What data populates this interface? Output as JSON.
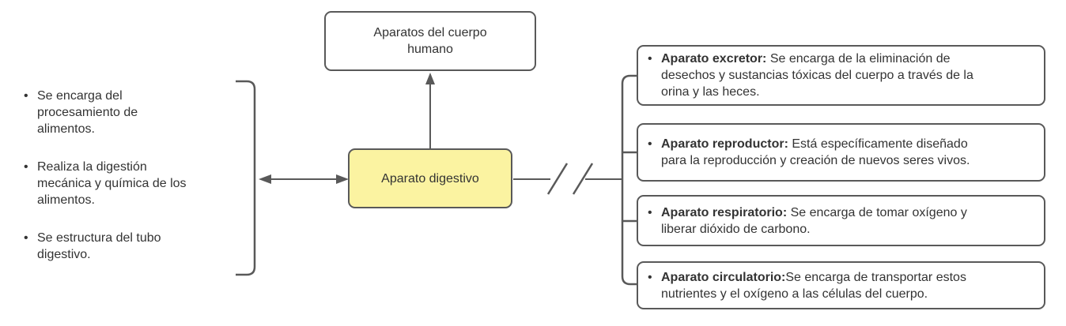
{
  "diagram": {
    "bullet_char": "•",
    "title_node": {
      "label": "Aparatos del cuerpo\nhumano"
    },
    "center_node": {
      "label": "Aparato digestivo"
    },
    "left_notes": {
      "items": [
        {
          "text": "Se encarga del\nprocesamiento de\nalimentos."
        },
        {
          "text": "Realiza la digestión\nmecánica y química de los\nalimentos."
        },
        {
          "text": "Se estructura del tubo\ndigestivo."
        }
      ]
    },
    "right_nodes": [
      {
        "title": "Aparato excretor:",
        "description": " Se encarga de la eliminación de\ndesechos y sustancias tóxicas del cuerpo a través de la\norina y las heces."
      },
      {
        "title": "Aparato reproductor:",
        "description": " Está específicamente diseñado\npara la reproducción y creación de nuevos seres vivos."
      },
      {
        "title": "Aparato respiratorio:",
        "description": " Se encarga de tomar oxígeno y\nliberar dióxido de carbono."
      },
      {
        "title": "Aparato circulatorio:",
        "description": "Se encarga de transportar estos\nnutrientes y el oxígeno a las células del cuerpo."
      }
    ],
    "colors": {
      "stroke": "#595959",
      "text": "#333333",
      "center_node_fill": "#FBF3A1",
      "node_fill": "#FFFFFF",
      "background": "#FFFFFF"
    }
  }
}
